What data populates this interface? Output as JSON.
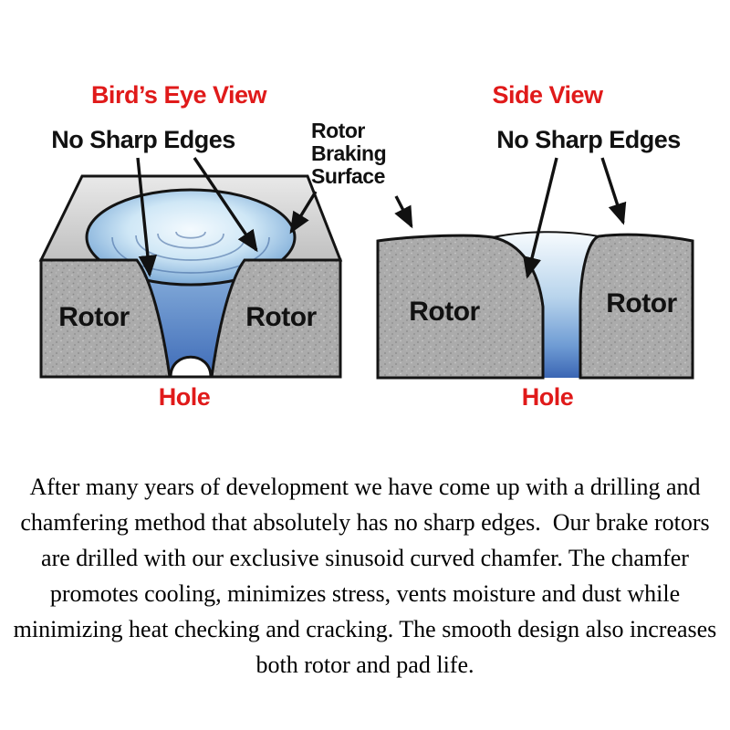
{
  "titles": {
    "birds_eye": "Bird’s Eye View",
    "side": "Side View"
  },
  "labels": {
    "no_sharp_edges": "No Sharp Edges",
    "rotor_braking_surface_line1": "Rotor",
    "rotor_braking_surface_line2": "Braking",
    "rotor_braking_surface_line3": "Surface",
    "rotor": "Rotor",
    "hole": "Hole"
  },
  "colors": {
    "heading_red": "#e01a1a",
    "label_black": "#111111",
    "rotor_gray": "#ababab",
    "top_surface_gray": "#d6d6d6",
    "chamfer_blue_light": "#eaf5fc",
    "chamfer_blue_dark": "#3b66b4"
  },
  "paragraph": "After many years of development we have come up with a drilling and chamfering method that absolutely has no sharp edges.  Our brake rotors are drilled with our exclusive sinusoid curved chamfer. The chamfer promotes cooling, minimizes stress, vents moisture and dust while minimizing heat checking and cracking. The smooth design also increases both rotor and pad life."
}
